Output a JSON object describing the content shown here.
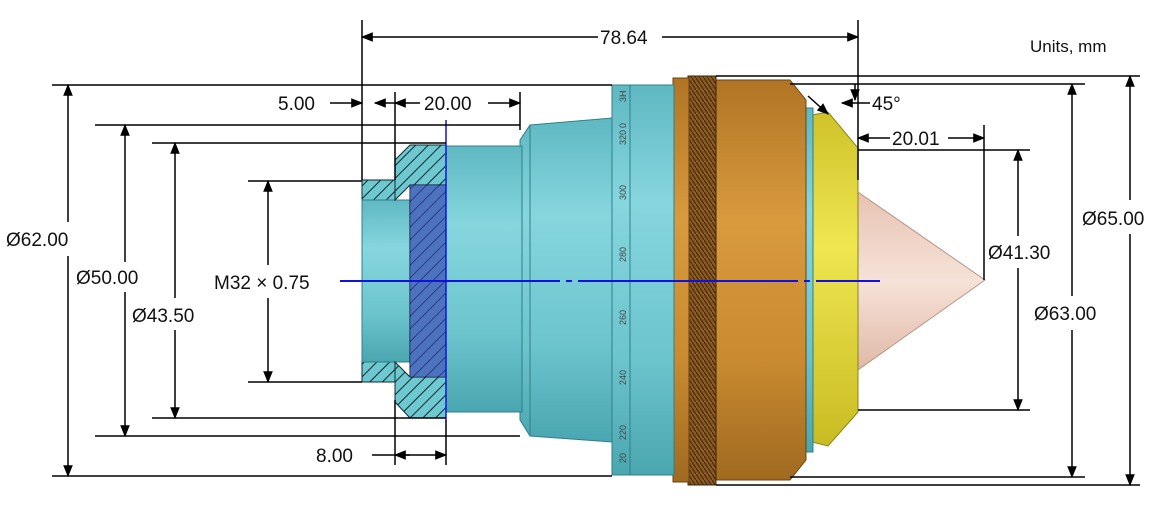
{
  "units_label": "Units, mm",
  "dimensions": {
    "overall_length": "78.64",
    "flange_width": "5.00",
    "thread_length": "20.00",
    "chamfer_angle": "45°",
    "cone_length": "20.01",
    "lip_width": "8.00",
    "dia_62": "Ø62.00",
    "dia_50": "Ø50.00",
    "dia_43_5": "Ø43.50",
    "thread": "M32 × 0.75",
    "dia_41_3": "Ø41.30",
    "dia_65": "Ø65.00",
    "dia_63": "Ø63.00"
  },
  "focus_scale": [
    "20",
    "220",
    "240",
    "260",
    "280",
    "300",
    "320",
    "0",
    "3H"
  ],
  "colors": {
    "body_cyan": "#6fc8d0",
    "ring_bronze": "#c58a2e",
    "knurl_dark": "#7a4e1c",
    "cone_yellow": "#e6dc37",
    "tip_pink": "#efd3c4",
    "axis_blue": "#1212e0",
    "lens_blue": "#3a45b6"
  }
}
